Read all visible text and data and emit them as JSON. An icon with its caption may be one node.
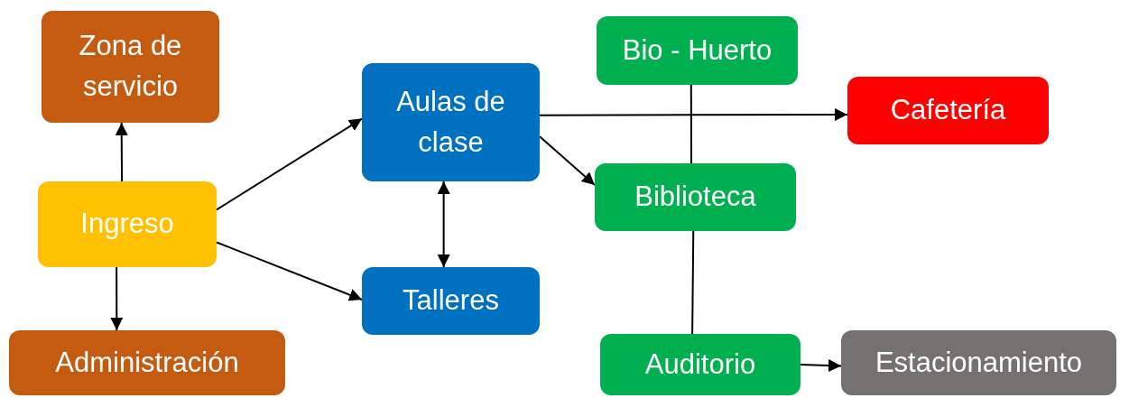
{
  "diagram": {
    "nodes": [
      {
        "text": [
          "Zona de servicio"
        ]
      },
      {
        "text": [
          "Bio - Huerto"
        ]
      },
      {
        "text": [
          "Aulas de clase"
        ]
      },
      {
        "text": [
          "Cafetería"
        ]
      },
      {
        "text": [
          "Biblioteca"
        ]
      },
      {
        "text": [
          "Ingreso"
        ]
      },
      {
        "text": [
          "Talleres"
        ]
      },
      {
        "text": [
          "Administración"
        ]
      },
      {
        "text": [
          "Auditorio"
        ]
      },
      {
        "text": [
          "Estacionamiento"
        ]
      }
    ],
    "edges": [
      {
        "from": 5,
        "to": 0,
        "arrow": "to"
      },
      {
        "from": 5,
        "to": 7,
        "arrow": "to"
      },
      {
        "from": 5,
        "to": 2,
        "arrow": "to"
      },
      {
        "from": 5,
        "to": 6,
        "arrow": "to"
      },
      {
        "from": 2,
        "to": 6,
        "arrow": "both"
      },
      {
        "from": 2,
        "to": 3,
        "arrow": "to"
      },
      {
        "from": 2,
        "to": 4,
        "arrow": "to"
      },
      {
        "from": 1,
        "to": 4,
        "arrow": "none"
      },
      {
        "from": 4,
        "to": 8,
        "arrow": "none"
      },
      {
        "from": 8,
        "to": 9,
        "arrow": "to"
      }
    ]
  }
}
